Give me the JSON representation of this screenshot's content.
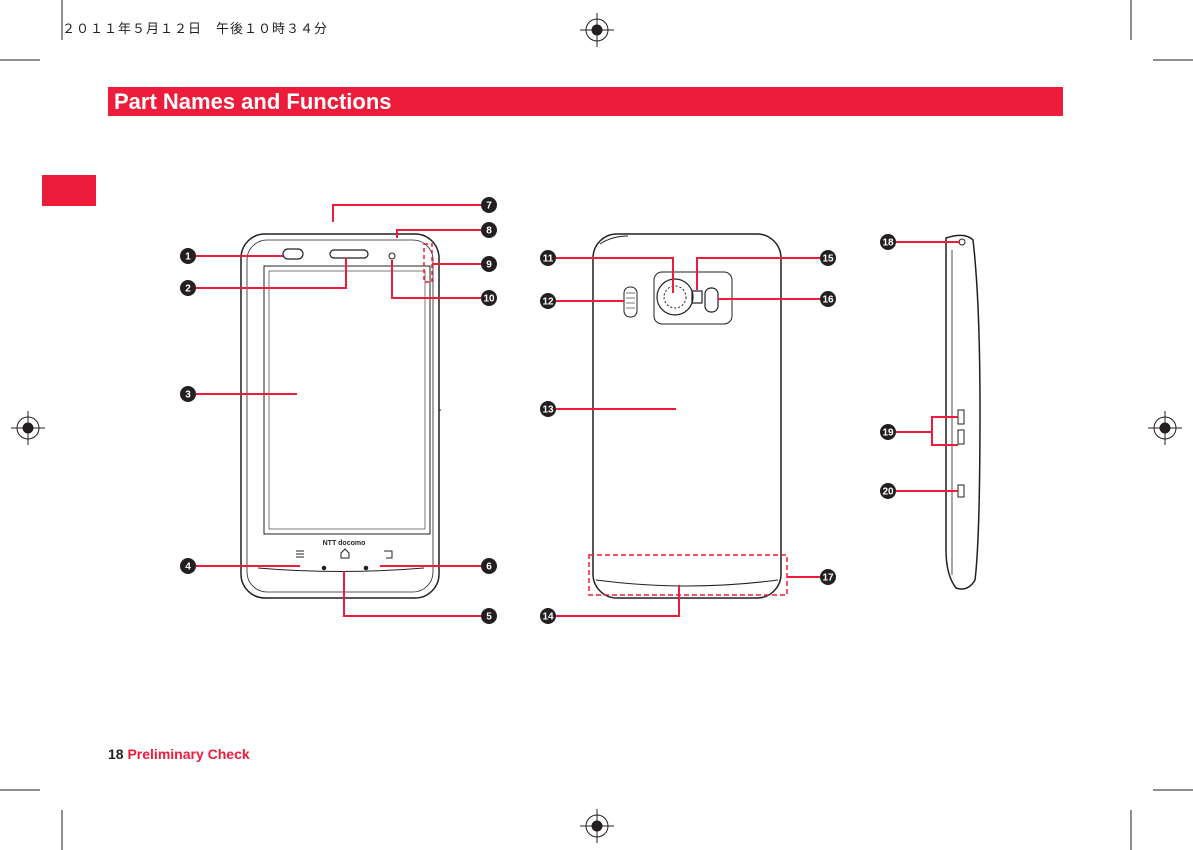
{
  "header_stamp": "２０１１年５月１２日　午後１０時３４分",
  "title": "Part Names and Functions",
  "footer": {
    "page_number": "18",
    "section": "Preliminary Check"
  },
  "device": {
    "brand_logo_text": "NTT docomo"
  },
  "callouts": [
    "1",
    "2",
    "3",
    "4",
    "5",
    "6",
    "7",
    "8",
    "9",
    "10",
    "11",
    "12",
    "13",
    "14",
    "15",
    "16",
    "17",
    "18",
    "19",
    "20"
  ],
  "colors": {
    "accent": "#ed1c3a",
    "ink": "#231f20"
  }
}
